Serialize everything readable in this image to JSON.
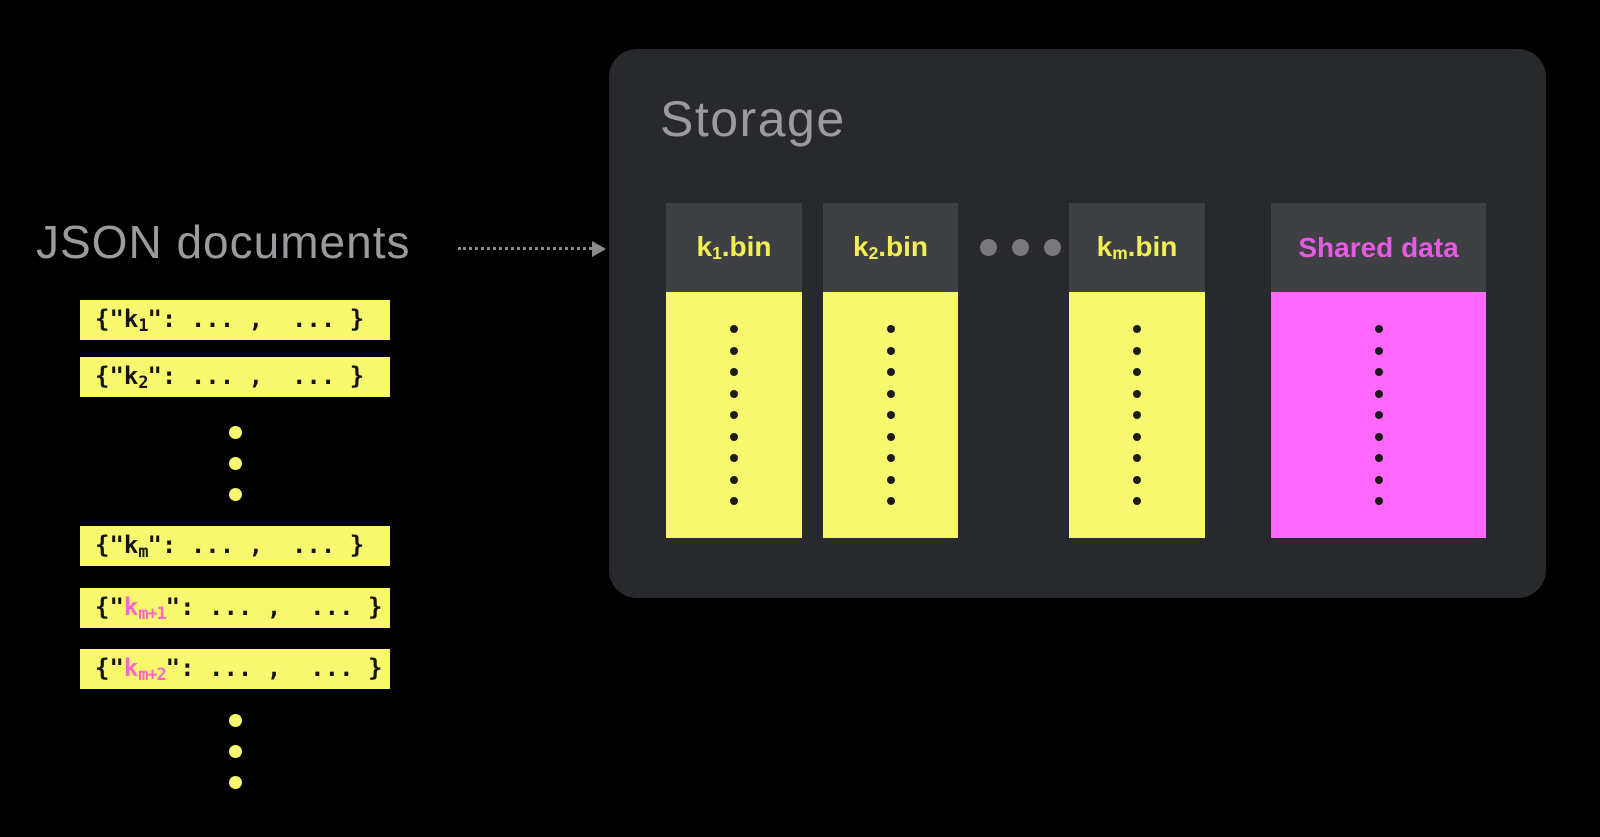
{
  "canvas": {
    "bg": "#000000"
  },
  "left": {
    "title": "JSON documents",
    "doc_prefix": "{\"",
    "doc_suffix": "\": ... ,  ... }",
    "ellipsis_dots": 3,
    "documents": [
      {
        "key": "k",
        "sub": "1",
        "highlight": false
      },
      {
        "key": "k",
        "sub": "2",
        "highlight": false
      },
      {
        "ellipsis": true
      },
      {
        "key": "k",
        "sub": "m",
        "highlight": false
      },
      {
        "key": "k",
        "sub": "m+1",
        "highlight": true
      },
      {
        "key": "k",
        "sub": "m+2",
        "highlight": true
      },
      {
        "ellipsis": true
      }
    ]
  },
  "arrow": {
    "direction": "right",
    "style": "dotted"
  },
  "storage": {
    "title": "Storage",
    "dots_per_column": 9,
    "h_ellipsis_dots": 3,
    "columns": [
      {
        "key": "k",
        "sub": "1",
        "rest": ".bin",
        "variant": "yellow"
      },
      {
        "key": "k",
        "sub": "2",
        "rest": ".bin",
        "variant": "yellow"
      },
      {
        "ellipsis": true
      },
      {
        "key": "k",
        "sub": "m",
        "rest": ".bin",
        "variant": "yellow"
      },
      {
        "label": "Shared data",
        "variant": "magenta"
      }
    ]
  },
  "colors": {
    "canvas_bg": "#000000",
    "yellow": "#f8f76d",
    "yellow_label": "#f2ef52",
    "magenta": "#ff68fa",
    "magenta_label": "#e55ce0",
    "pink_key": "#ff66cc",
    "gray_text": "#9b9a9e",
    "storage_bg": "#28292d",
    "header_bg": "#3f4043",
    "arrow": "#8b8b8e",
    "hdots": "#7b777f",
    "body_dot": "#1c1c1c"
  }
}
